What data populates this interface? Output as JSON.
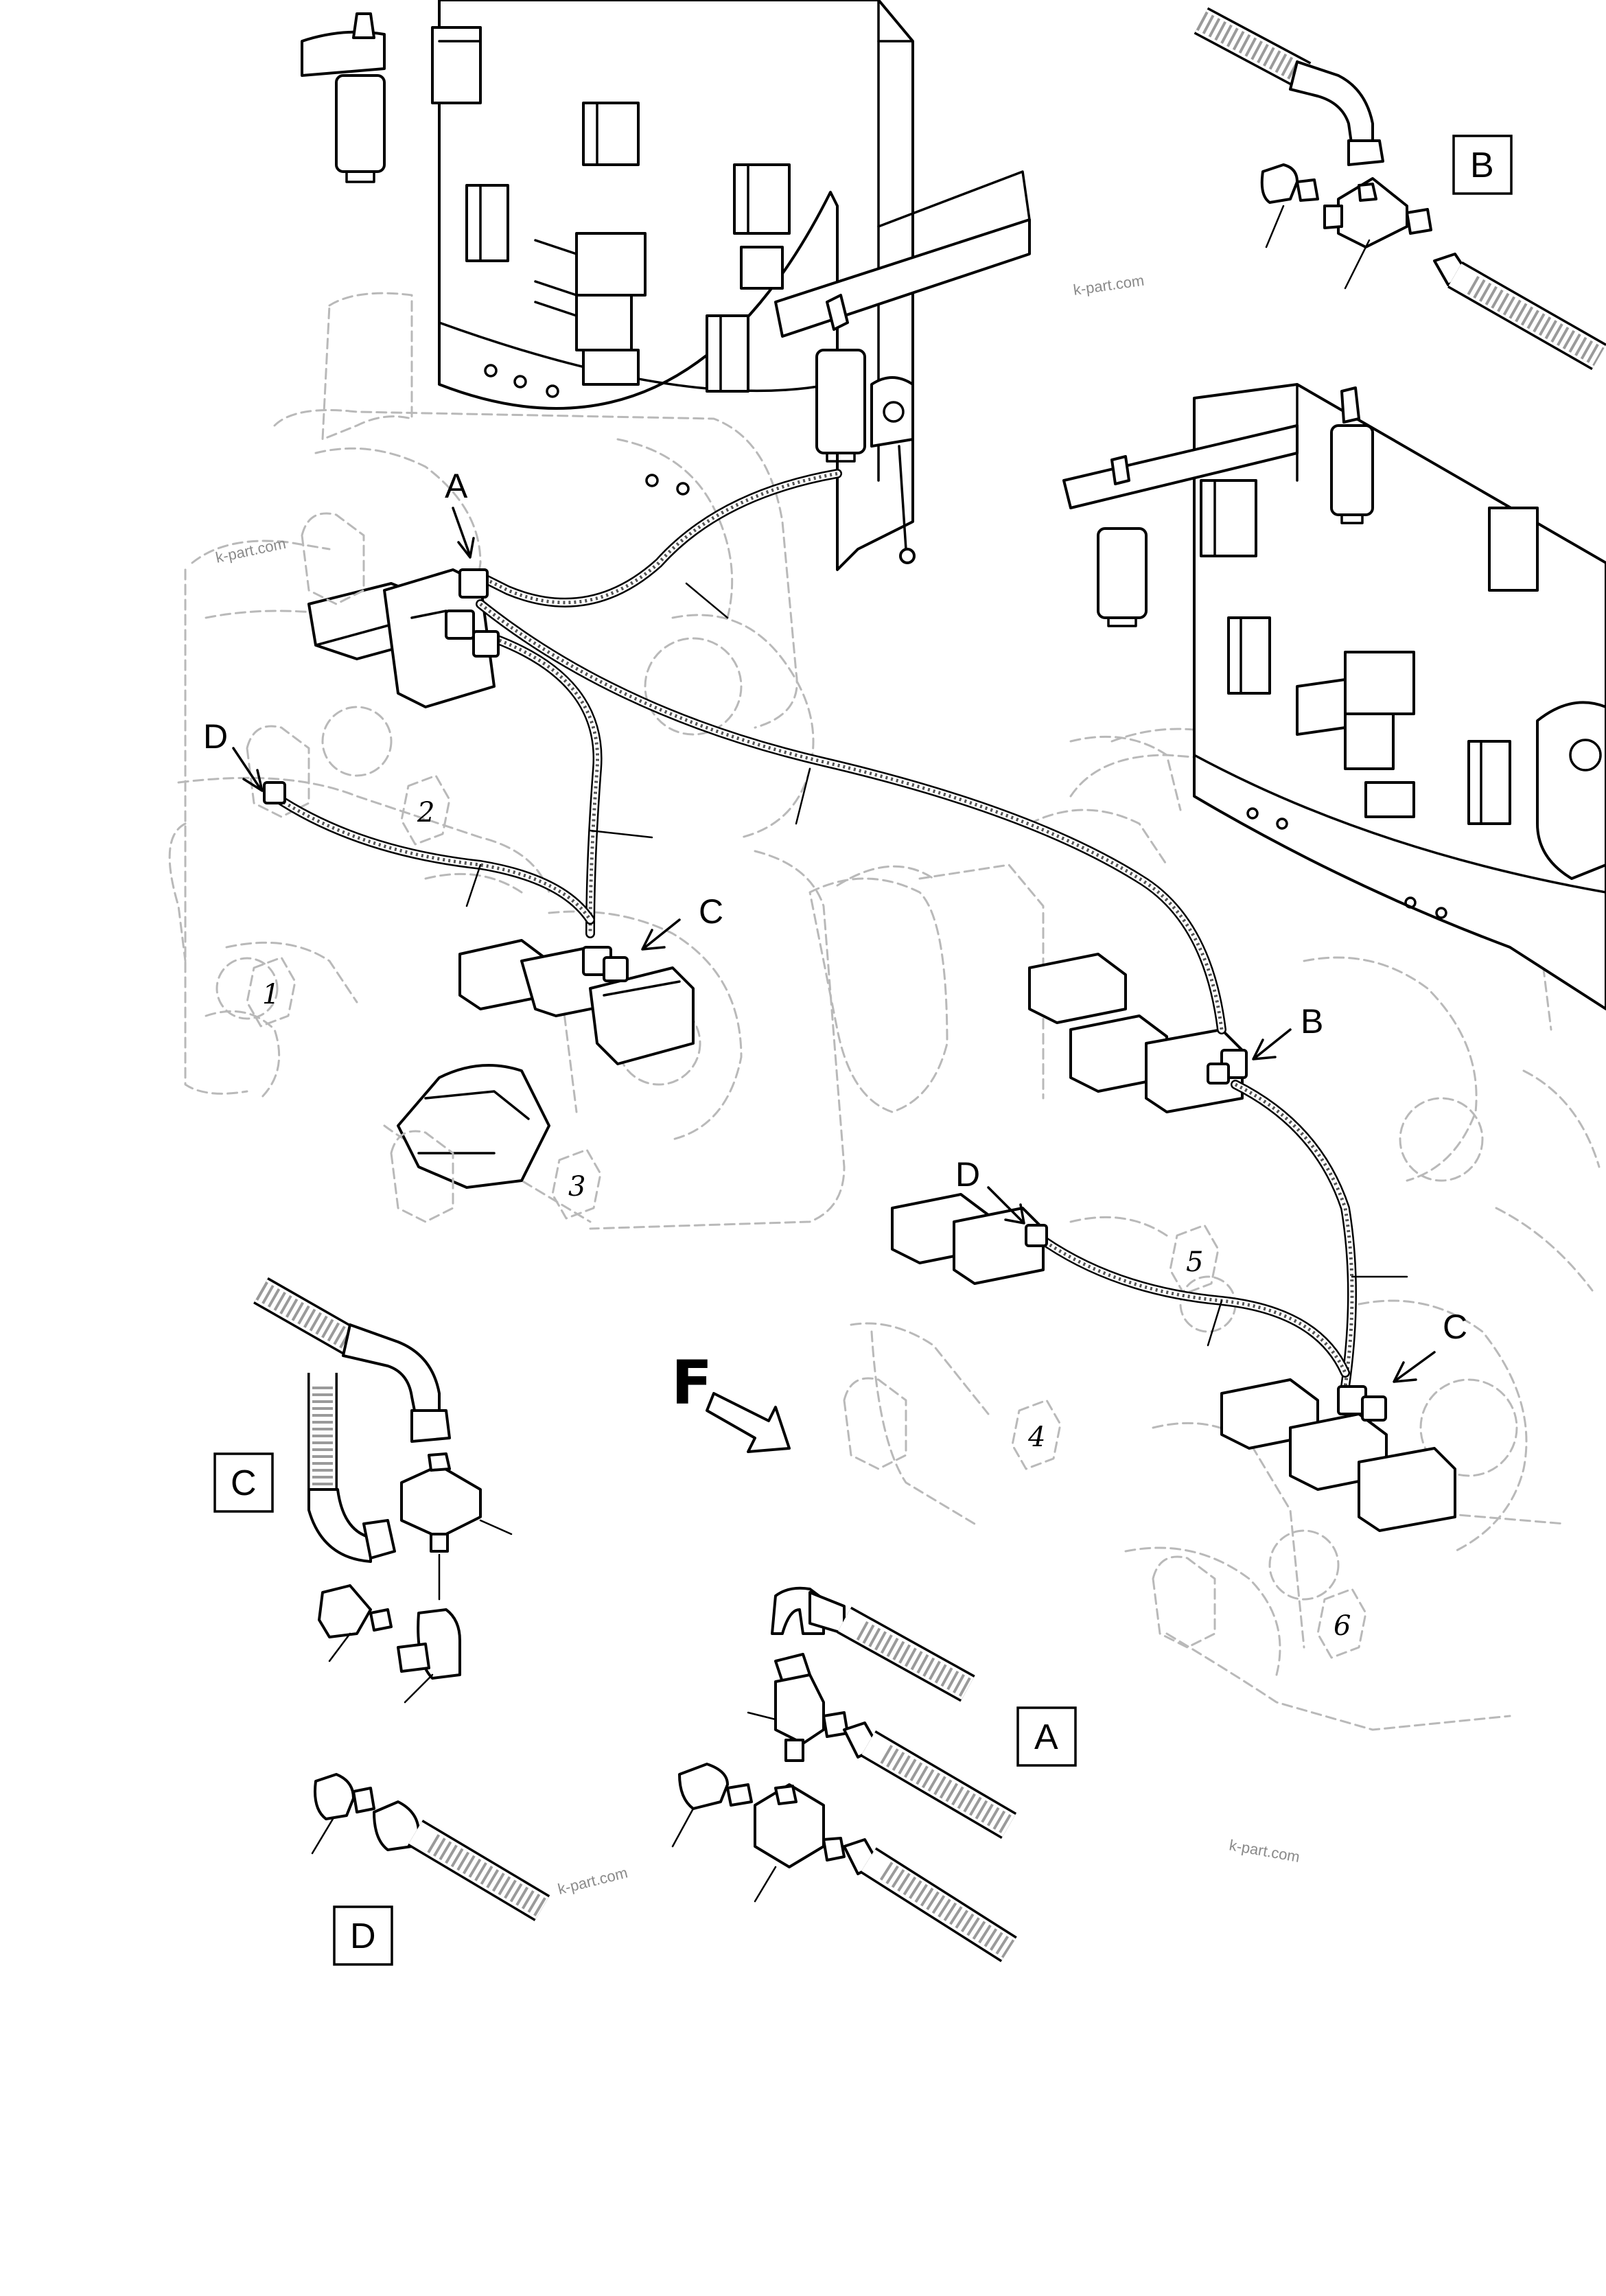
{
  "callouts": {
    "a_upper": "A",
    "b_right": "B",
    "c_left": "C",
    "c_right": "C",
    "d_left": "D",
    "d_right": "D"
  },
  "detail_boxes": {
    "b": "B",
    "c": "C",
    "a": "A",
    "d": "D"
  },
  "cylinders": [
    "1",
    "2",
    "3",
    "4",
    "5",
    "6"
  ],
  "forward_mark": "F",
  "watermarks": [
    "k-part.com",
    "k-part.com",
    "k-part.com",
    "k-part.com"
  ]
}
